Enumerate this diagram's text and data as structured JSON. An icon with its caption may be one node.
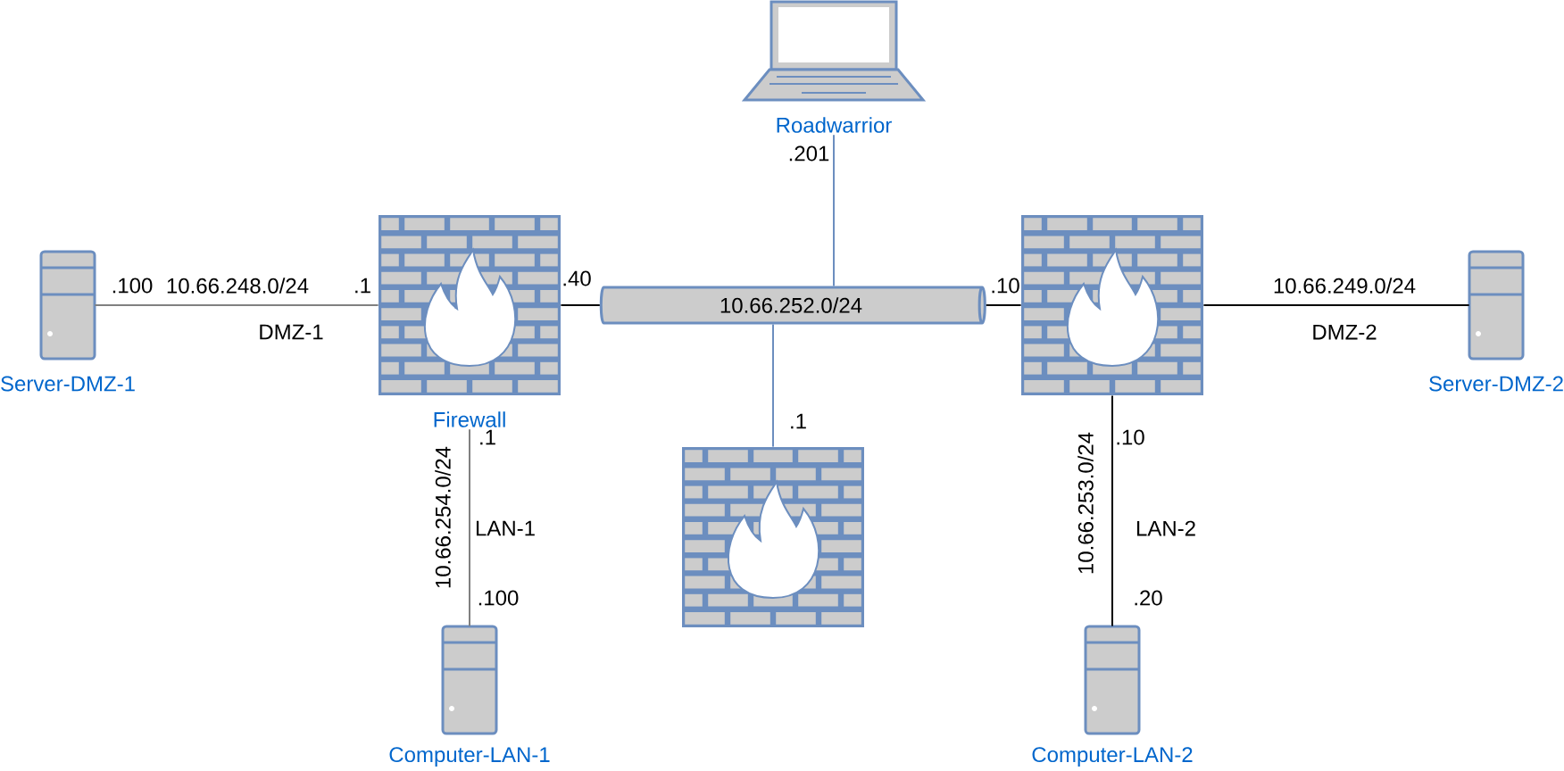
{
  "diagram": {
    "nodes": [
      {
        "text": [
          "Server-DMZ-1"
        ]
      },
      {
        "text": [
          "Firewall"
        ]
      },
      {
        "text": [
          "Roadwarrior"
        ]
      },
      {
        "text": [
          "10.66.252.0/24"
        ]
      },
      {
        "text": [],
        "shape": "picture"
      },
      {
        "text": [],
        "shape": "picture"
      },
      {
        "text": [
          "Server-DMZ-2"
        ]
      },
      {
        "text": [
          "Computer-LAN-1"
        ]
      },
      {
        "text": [
          "Computer-LAN-2"
        ]
      }
    ],
    "edges": [
      {
        "from": 0,
        "to": 1,
        "arrow": "none",
        "label": "10.66.248.0/24",
        "color": "#808080"
      },
      {
        "from": 1,
        "to": 3,
        "arrow": "none"
      },
      {
        "from": 2,
        "to": 3,
        "arrow": "none",
        "color": "#6c8ebf"
      },
      {
        "from": 3,
        "to": 4,
        "arrow": "none"
      },
      {
        "from": 3,
        "to": 5,
        "arrow": "none",
        "color": "#6c8ebf"
      },
      {
        "from": 4,
        "to": 6,
        "arrow": "none",
        "label": "10.66.249.0/24"
      },
      {
        "from": 1,
        "to": 7,
        "arrow": "none",
        "label": "10.66.254.0/24",
        "color": "#808080"
      },
      {
        "from": 4,
        "to": 8,
        "arrow": "none",
        "label": "10.66.253.0/24"
      }
    ],
    "labels": [
      ".201",
      ".100",
      ".1",
      ".40",
      ".10",
      "DMZ-1",
      "DMZ-2",
      ".1",
      ".1",
      ".10",
      "LAN-1",
      "LAN-2",
      ".100",
      ".20"
    ]
  }
}
